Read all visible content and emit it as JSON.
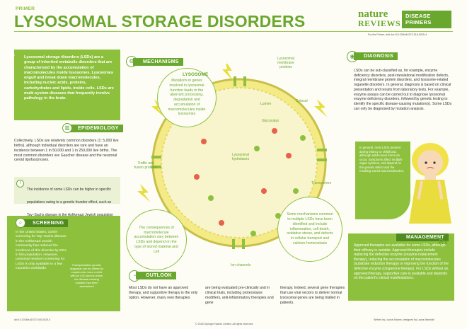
{
  "header": {
    "kicker": "PRIMER",
    "title": "LYSOSOMAL STORAGE DISORDERS",
    "brand_nature": "nature",
    "brand_reviews": "REVIEWS",
    "badge": "DISEASE PRIMERS",
    "ref": "For the Primer, visit doi:10.1038/s41572-018-0025-4"
  },
  "intro": "Lysosomal storage disorders (LSDs) are a group of inherited metabolic disorders that are characterized by the accumulation of macromolecules inside lysosomes. Lysosomes engulf and break down macromolecules, including nucleic acids, proteins, carbohydrates and lipids, inside cells. LSDs are multi-system diseases that frequently involve pathology in the brain.",
  "epidemiology": {
    "title": "EPIDEMIOLOGY",
    "text": "Collectively, LSDs are relatively common disorders (1: 5,000 live births), although individual disorders are rare and have an incidence between 1 in 50,000 and 1 in 250,000 live births. The most common disorders are Gaucher disease and the neuronal ceroid lipofuscinoses.",
    "callout": "The incidence of some LSDs can be higher in specific populations owing to a genetic founder effect, such as Tay–Sachs disease in the Ashkenazi Jewish population"
  },
  "screening": {
    "title": "SCREENING",
    "text": "In the United States, carrier screening for Tay–Sachs disease in the Ashkenazi Jewish community has reduced the incidence of this disorder by 90% in this population. However, universal newborn screening for LSDs is only available in a few countries worldwide.",
    "bubble": "Preimplantation genetic diagnosis can be offered to couples who have a child with an LSD and for whom the disease-causing mutation has been ascertained"
  },
  "mechanisms": {
    "title": "MECHANISMS",
    "lysosome_label": "LYSOSOME",
    "note_top": "Mutations in genes involved in lysosomal function leads to the aberrant processing, degradation and accumulation of macromolecules inside lysosomes",
    "note_left": "The consequences of macromolecule accumulation vary between LSDs and depend on the type of stored material and cell",
    "note_right": "Some mechanisms common to multiple LSDs have been identified and include inflammation, cell death, oxidative stress, and defects in cellular transport and calcium homeostasis",
    "labels": {
      "membrane": "Lysosomal membrane proteins",
      "lumen": "Lumen",
      "cytosol": "Cytosol",
      "glycocalyx": "Glycocalyx",
      "trafficking": "Traffic and fusion proteins",
      "hydrolases": "Lysosomal hydrolases",
      "transporters": "Transporters",
      "ion_channels": "Ion channels"
    }
  },
  "diagnosis": {
    "title": "DIAGNOSIS",
    "text": "LSDs can be sub-classified as, for example, enzyme deficiency disorders, post-translational modification defects, integral membrane protein disorders, and lysosome-related organelle disorders. In general, diagnosis is based on clinical presentation and results from laboratory tests. For example, enzyme assays can be carried out to diagnose lysosomal enzyme deficiency disorders, followed by genetic testing to identify the specific disease-causing mutation(s). Some LSDs can only be diagnosed by mutation analysis.",
    "box": "In general, most LSDs present during infancy or childhood, although adult-onset forms do occur. Symptoms affect multiple organ systems, and depend on the genetic defect and the resulting stored macromolecules."
  },
  "outlook": {
    "title": "OUTLOOK",
    "col1": "Most LSDs do not have an approved therapy, and supportive therapy is the only option. However, many new therapies",
    "col2": "are being evaluated pre-clinically and in clinical trials, including proteostasis modifiers, anti-inflammatory therapies and gene",
    "col3": "therapy. Indeed, several gene therapies that use viral vectors to deliver normal lysosomal genes are being trialled in patients."
  },
  "management": {
    "title": "MANAGEMENT",
    "icon": "Rx",
    "text": "Approved therapies are available for some LSDs, although their efficacy is variable. Approved therapies include replacing the defective enzyme (enzyme-replacement therapy), reducing the accumulation of macromolecules (substrate reduction therapy) or improving the function of the defective enzyme (chaperone therapy). For LSDs without an approved therapy, supportive care is available and depends on the patient's clinical manifestations."
  },
  "footer": {
    "doi_left": "doi:10.1038/s41572-018-0025-4",
    "copyright": "© 2018 Springer Nature Limited. All rights reserved.",
    "credit": "Written by Louise Adams; designed by Laura Marshall"
  },
  "colors": {
    "accent": "#6aa72e",
    "accent_light": "#8dc13d",
    "pale": "#eaf1d4",
    "yellow": "#f2e24a"
  },
  "icons": [
    "gear-icon",
    "chart-icon",
    "magnifier-icon",
    "eye-icon",
    "rx-icon",
    "info-icon"
  ]
}
